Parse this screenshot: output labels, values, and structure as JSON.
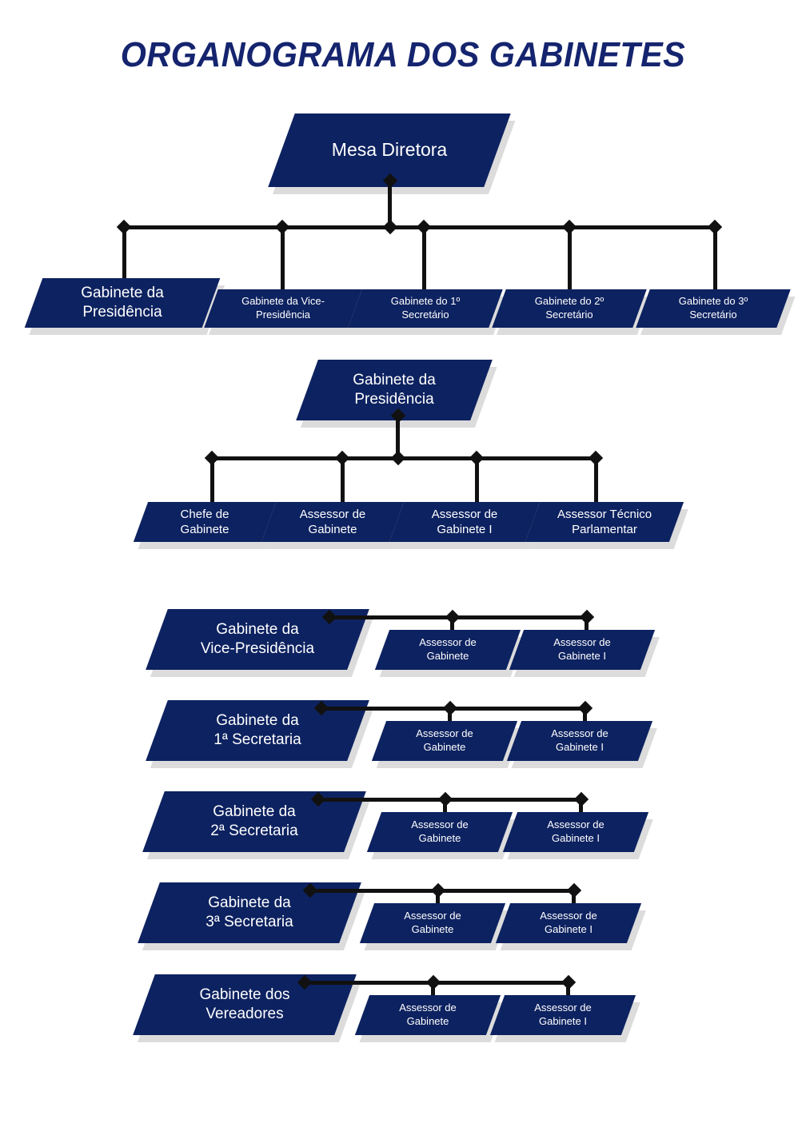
{
  "title": "ORGANOGRAMA DOS GABINETES",
  "theme": {
    "navy": "#0D2260",
    "title_navy": "#15246E",
    "shadow": "#dcdcdc",
    "connector": "#111111",
    "node_text": "#ffffff",
    "background": "#ffffff"
  },
  "sections": {
    "mesa": {
      "root": "Mesa Diretora",
      "children": [
        "Gabinete da\nPresidência",
        "Gabinete da Vice-\nPresidência",
        "Gabinete do 1º\nSecretário",
        "Gabinete do 2º\nSecretário",
        "Gabinete do 3º\nSecretário"
      ]
    },
    "presidencia": {
      "root": "Gabinete da\nPresidência",
      "children": [
        "Chefe de\nGabinete",
        "Assessor de\nGabinete",
        "Assessor de\nGabinete I",
        "Assessor Técnico\nParlamentar"
      ]
    },
    "rows": [
      {
        "parent": "Gabinete da\nVice-Presidência",
        "children": [
          "Assessor de\nGabinete",
          "Assessor de\nGabinete I"
        ]
      },
      {
        "parent": "Gabinete da\n1ª Secretaria",
        "children": [
          "Assessor de\nGabinete",
          "Assessor de\nGabinete I"
        ]
      },
      {
        "parent": "Gabinete da\n2ª Secretaria",
        "children": [
          "Assessor de\nGabinete",
          "Assessor de\nGabinete I"
        ]
      },
      {
        "parent": "Gabinete da\n3ª Secretaria",
        "children": [
          "Assessor de\nGabinete",
          "Assessor de\nGabinete I"
        ]
      },
      {
        "parent": "Gabinete dos\nVereadores",
        "children": [
          "Assessor de\nGabinete",
          "Assessor de\nGabinete I"
        ]
      }
    ]
  }
}
